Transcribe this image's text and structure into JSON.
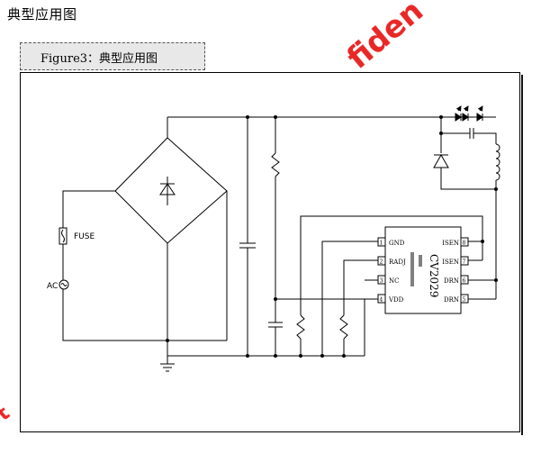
{
  "page": {
    "section_title": "典型应用图",
    "figure_title": "Figure3：典型应用图"
  },
  "watermark": {
    "text": "fiden",
    "color": "#e81c1c"
  },
  "schematic": {
    "fuse_label": "FUSE",
    "ac_label": "AC",
    "chip": {
      "part": "CV2029",
      "pins_left": [
        {
          "num": "1",
          "name": "GND"
        },
        {
          "num": "2",
          "name": "RADJ"
        },
        {
          "num": "3",
          "name": "NC"
        },
        {
          "num": "4",
          "name": "VDD"
        }
      ],
      "pins_right": [
        {
          "num": "8",
          "name": "ISEN"
        },
        {
          "num": "7",
          "name": "ISEN"
        },
        {
          "num": "6",
          "name": "DRN"
        },
        {
          "num": "5",
          "name": "DRN"
        }
      ]
    }
  }
}
